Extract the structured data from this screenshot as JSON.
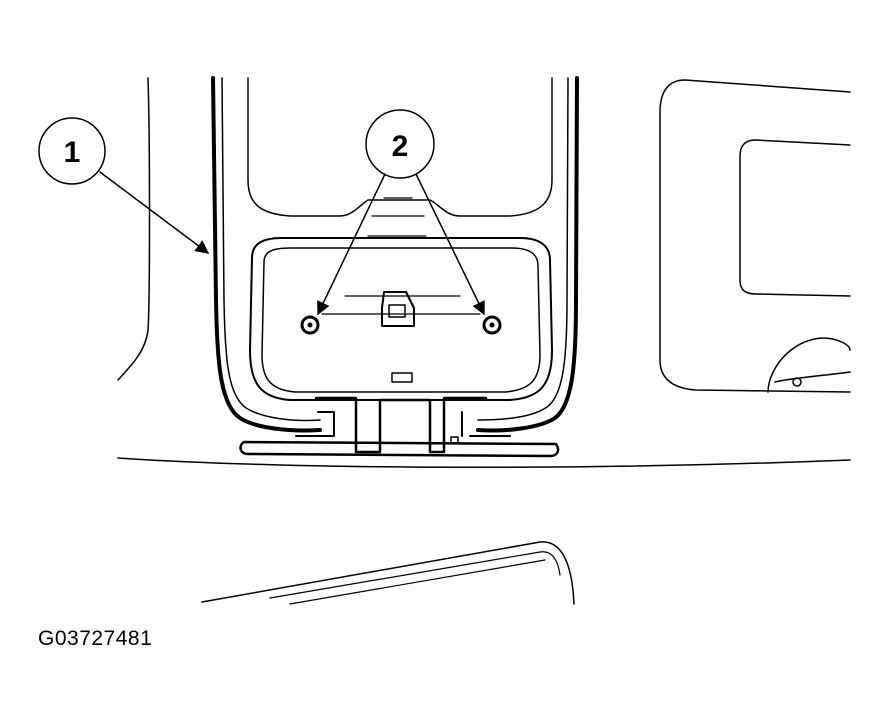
{
  "callouts": [
    {
      "label": "1"
    },
    {
      "label": "2"
    }
  ],
  "figure_id": "G03727481",
  "colors": {
    "line": "#000000",
    "background": "#ffffff"
  }
}
